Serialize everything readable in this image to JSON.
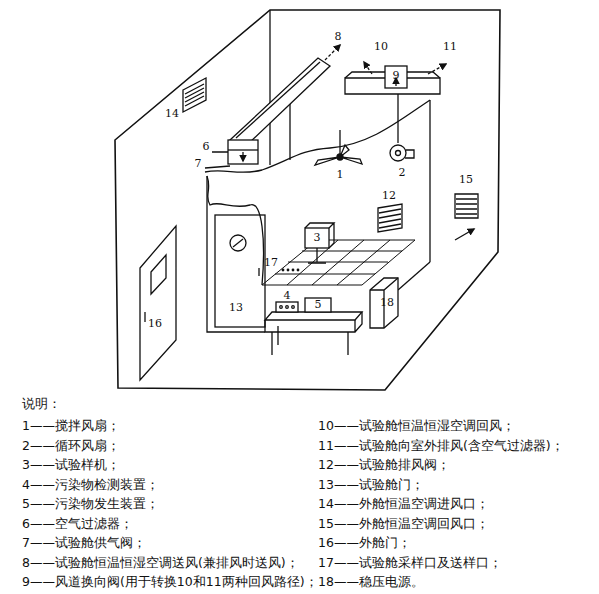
{
  "diagram": {
    "labels": [
      "1",
      "2",
      "3",
      "4",
      "5",
      "6",
      "7",
      "8",
      "9",
      "10",
      "11",
      "12",
      "13",
      "14",
      "15",
      "16",
      "17",
      "18",
      "说明：",
      "1——搅拌风扇；",
      "2——循环风扇；",
      "3——试验样机；",
      "4——污染物检测装置；",
      "5——污染物发生装置；",
      "6——空气过滤器；",
      "7——试验舱供气阀；",
      "8——试验舱恒温恒湿空调送风(兼排风时送风)；",
      "9——风道换向阀(用于转换10和11两种回风路径)；",
      "10——试验舱恒温恒湿空调回风；",
      "11——试验舱向室外排风(含空气过滤器)；",
      "12——试验舱排风阀；",
      "13——试验舱门；",
      "14——外舱恒温空调进风口；",
      "15——外舱恒温空调回风口；",
      "16——外舱门；",
      "17——试验舱采样口及送样口；",
      "18——稳压电源。"
    ]
  }
}
